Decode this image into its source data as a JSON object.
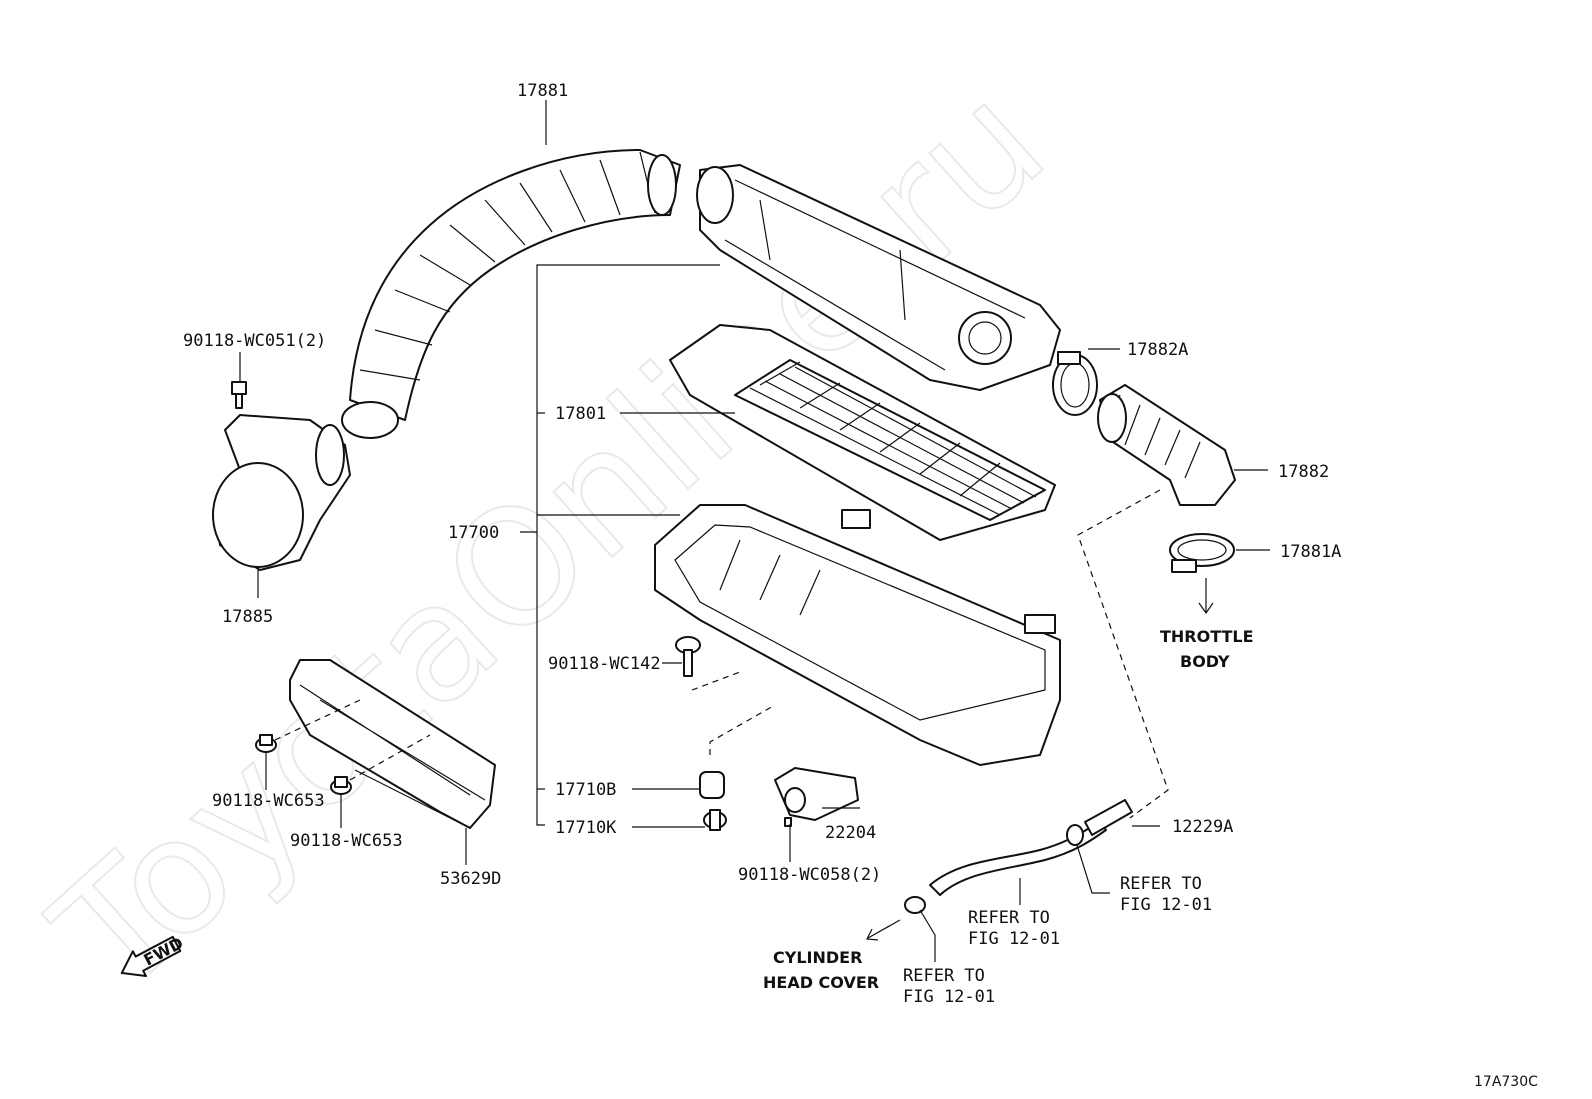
{
  "watermark": "ToyotaOnline.ru",
  "diagram_code": "17A730C",
  "fwd_label": "FWD",
  "labels": {
    "intake_hose": "17881",
    "air_cleaner_assy": "17700",
    "element": "17801",
    "clamp_a": "17882A",
    "outlet_hose": "17882",
    "clamp_b": "17881A",
    "inlet_duct": "17885",
    "bolt_wc051": "90118-WC051(2)",
    "bolt_wc142": "90118-WC142",
    "bolt_wc653_a": "90118-WC653",
    "bolt_wc653_b": "90118-WC653",
    "shield": "53629D",
    "grommet_b": "17710B",
    "grommet_k": "17710K",
    "sensor": "22204",
    "screw_wc058": "90118-WC058(2)",
    "hose_fitting": "12229A"
  },
  "callouts": {
    "throttle_line1": "THROTTLE",
    "throttle_line2": "BODY",
    "head_line1": "CYLINDER",
    "head_line2": "HEAD COVER",
    "refer1_line1": "REFER TO",
    "refer1_line2": "FIG 12-01",
    "refer2_line1": "REFER TO",
    "refer2_line2": "FIG 12-01",
    "refer3_line1": "REFER TO",
    "refer3_line2": "FIG 12-01"
  }
}
